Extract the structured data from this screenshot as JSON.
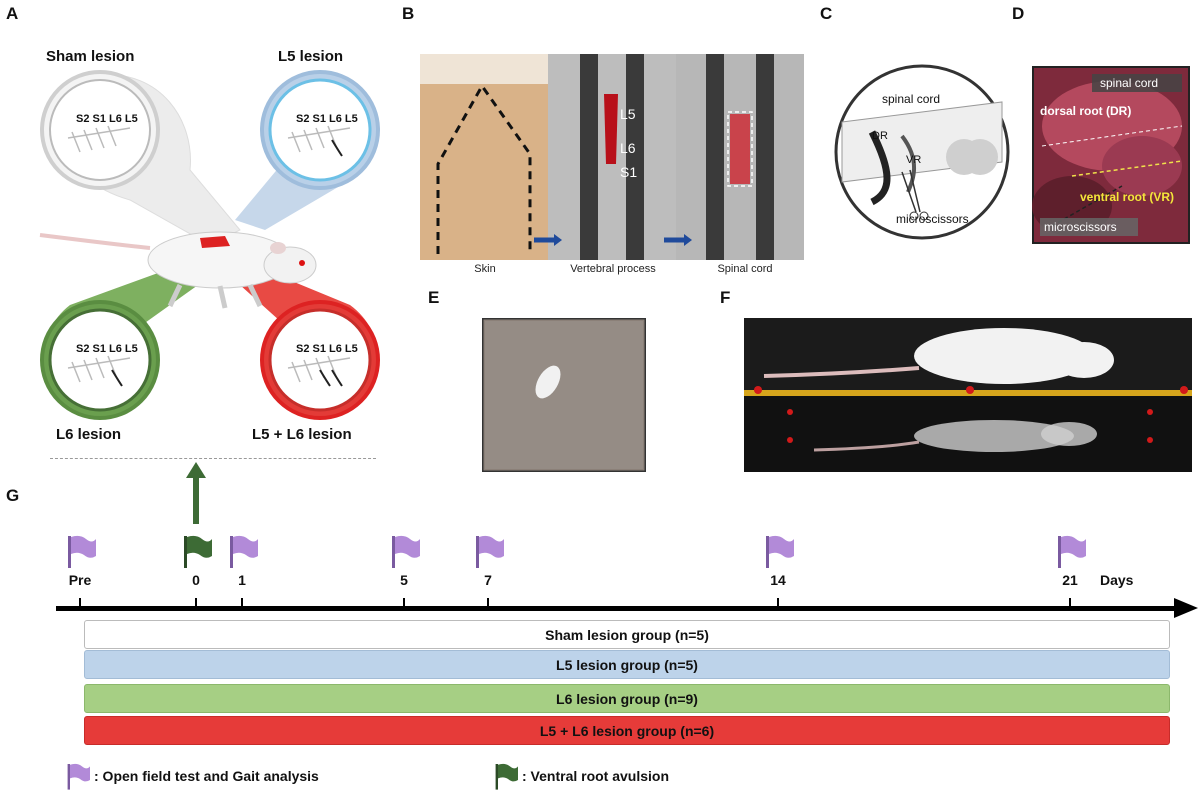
{
  "panels": {
    "A": "A",
    "B": "B",
    "C": "C",
    "D": "D",
    "E": "E",
    "F": "F",
    "G": "G"
  },
  "panel_a": {
    "sham": "Sham lesion",
    "l5": "L5 lesion",
    "l6": "L6 lesion",
    "l5l6": "L5 + L6 lesion",
    "segments": "S2 S1 L6 L5",
    "colors": {
      "sham": "#d9d9d9",
      "l5": "#a9c4e0",
      "l6": "#6a9f4e",
      "l5l6": "#e33b37"
    }
  },
  "panel_b": {
    "labels": [
      "L5",
      "L6",
      "S1"
    ],
    "captions": [
      "Skin",
      "Vertebral process",
      "Spinal cord"
    ]
  },
  "panel_c": {
    "spinal_cord": "spinal cord",
    "dr": "DR",
    "vr": "VR",
    "microscissors": "microscissors"
  },
  "panel_d": {
    "spinal_cord": "spinal cord",
    "dorsal_root": "dorsal root (DR)",
    "ventral_root": "ventral root (VR)",
    "microscissors": "microscissors"
  },
  "timeline": {
    "ticks": [
      "Pre",
      "0",
      "1",
      "5",
      "7",
      "14",
      "21"
    ],
    "unit": "Days"
  },
  "groups": [
    {
      "label": "Sham lesion group (n=5)",
      "color": "#ffffff"
    },
    {
      "label": "L5 lesion group (n=5)",
      "color": "#bdd3ea"
    },
    {
      "label": "L6 lesion group (n=9)",
      "color": "#a6cf84"
    },
    {
      "label": "L5 + L6 lesion group (n=6)",
      "color": "#e63b39"
    }
  ],
  "legend": {
    "purple": ": Open field test and Gait analysis",
    "green": ": Ventral root avulsion"
  },
  "colors": {
    "purple_flag": "#b28ad8",
    "green_flag": "#3d6b35"
  }
}
